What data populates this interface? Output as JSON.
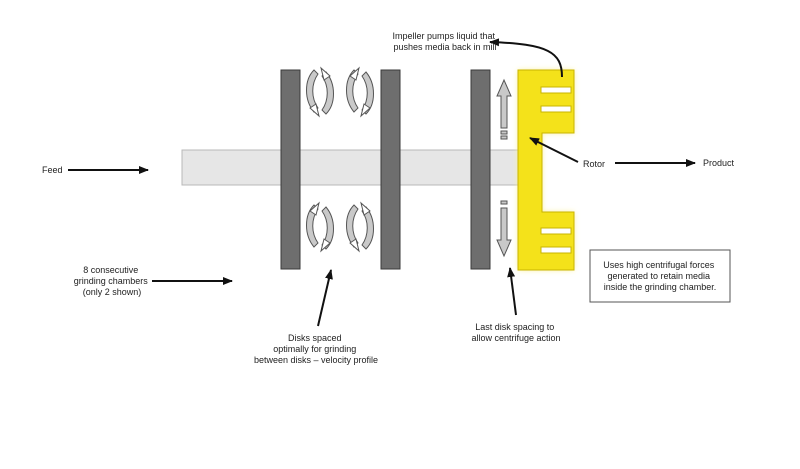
{
  "labels": {
    "feed": "Feed",
    "chambers": [
      "8 consecutive",
      "grinding chambers",
      "(only 2 shown)"
    ],
    "disks": [
      "Disks spaced",
      "optimally for grinding",
      "between disks – velocity profile"
    ],
    "last_disk": [
      "Last disk spacing to",
      "allow centrifuge action"
    ],
    "impeller": [
      "Impeller pumps liquid that",
      "pushes media back in mill"
    ],
    "rotor": "Rotor",
    "product": "Product",
    "info_box": [
      "Uses high centrifugal forces",
      "generated to retain media",
      "inside the grinding chamber."
    ]
  },
  "colors": {
    "shaft": "#e6e6e6",
    "disk": "#6e6e6e",
    "rotor": "#f4e21a",
    "rotor_glow": "#fbf29a",
    "arrow": "#111111",
    "swirl": "#c9c9c9"
  }
}
